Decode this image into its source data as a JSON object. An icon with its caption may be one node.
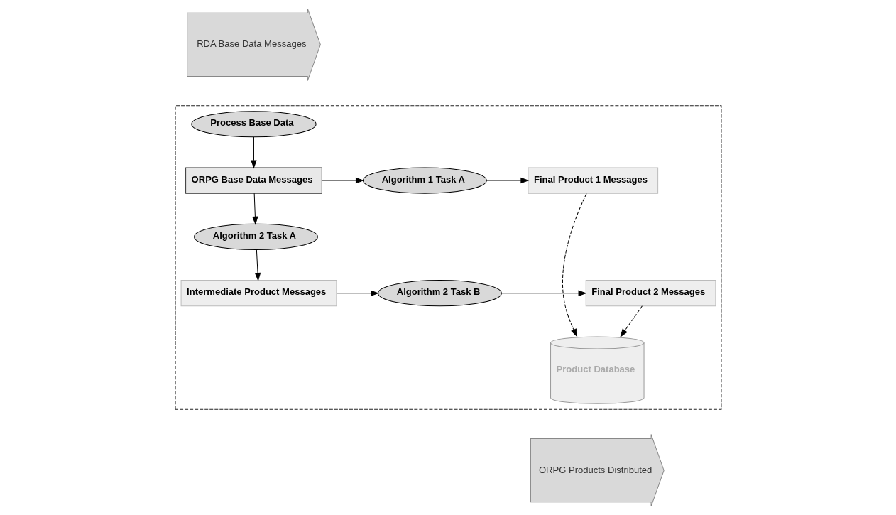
{
  "diagram": {
    "nodes": [
      {
        "text": [],
        "shape": "box"
      },
      {
        "text": [
          "RDA Base Data Messages"
        ]
      },
      {
        "text": [
          "Process Base Data"
        ],
        "in": 0
      },
      {
        "text": [
          "ORPG Base Data Messages"
        ],
        "in": 0
      },
      {
        "text": [
          "Algorithm 1 Task A"
        ],
        "in": 0
      },
      {
        "text": [
          "Final Product 1 Messages"
        ],
        "in": 0
      },
      {
        "text": [
          "Algorithm 2 Task A"
        ],
        "in": 0
      },
      {
        "text": [
          "Product Database"
        ],
        "in": 0
      },
      {
        "text": [
          "ORPG Products Distributed"
        ]
      },
      {
        "text": [
          "Intermediate Product Messages"
        ],
        "in": 0
      },
      {
        "text": [
          "Algorithm 2 Task B"
        ],
        "in": 0
      },
      {
        "text": [
          "Final Product 2 Messages"
        ],
        "in": 0
      }
    ],
    "edges": [
      {
        "from": 2,
        "to": 3,
        "arrow": "to"
      },
      {
        "from": 3,
        "to": 4,
        "arrow": "to"
      },
      {
        "from": 4,
        "to": 5,
        "arrow": "to"
      },
      {
        "from": 3,
        "to": 6,
        "arrow": "to"
      },
      {
        "from": 6,
        "to": 9,
        "arrow": "to"
      },
      {
        "from": 9,
        "to": 10,
        "arrow": "to"
      },
      {
        "from": 10,
        "to": 11,
        "arrow": "to"
      },
      {
        "from": 5,
        "to": 7,
        "arrow": "to",
        "style": "dashed"
      },
      {
        "from": 11,
        "to": 7,
        "arrow": "to",
        "style": "dashed"
      }
    ]
  }
}
